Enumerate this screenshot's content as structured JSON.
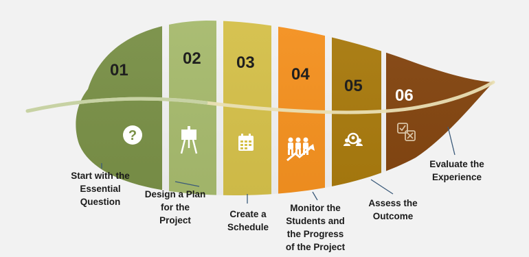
{
  "steps": [
    {
      "number": "01",
      "label_lines": [
        "Start with the",
        "Essential",
        "Question"
      ],
      "color": "#788f45",
      "icon": "question-icon"
    },
    {
      "number": "02",
      "label_lines": [
        "Design a Plan",
        "for the",
        "Project"
      ],
      "color": "#a6ba6c",
      "icon": "easel-icon"
    },
    {
      "number": "03",
      "label_lines": [
        "Create a",
        "Schedule"
      ],
      "color": "#d5c048",
      "icon": "calendar-icon"
    },
    {
      "number": "04",
      "label_lines": [
        "Monitor the",
        "Students and",
        "the Progress",
        "of the Project"
      ],
      "color": "#f5901d",
      "icon": "team-growth-icon"
    },
    {
      "number": "05",
      "label_lines": [
        "Assess the",
        "Outcome"
      ],
      "color": "#a8790b",
      "icon": "assessment-icon"
    },
    {
      "number": "06",
      "label_lines": [
        "Evaluate the",
        "Experience"
      ],
      "color": "#82430d",
      "icon": "checklist-icon"
    }
  ]
}
